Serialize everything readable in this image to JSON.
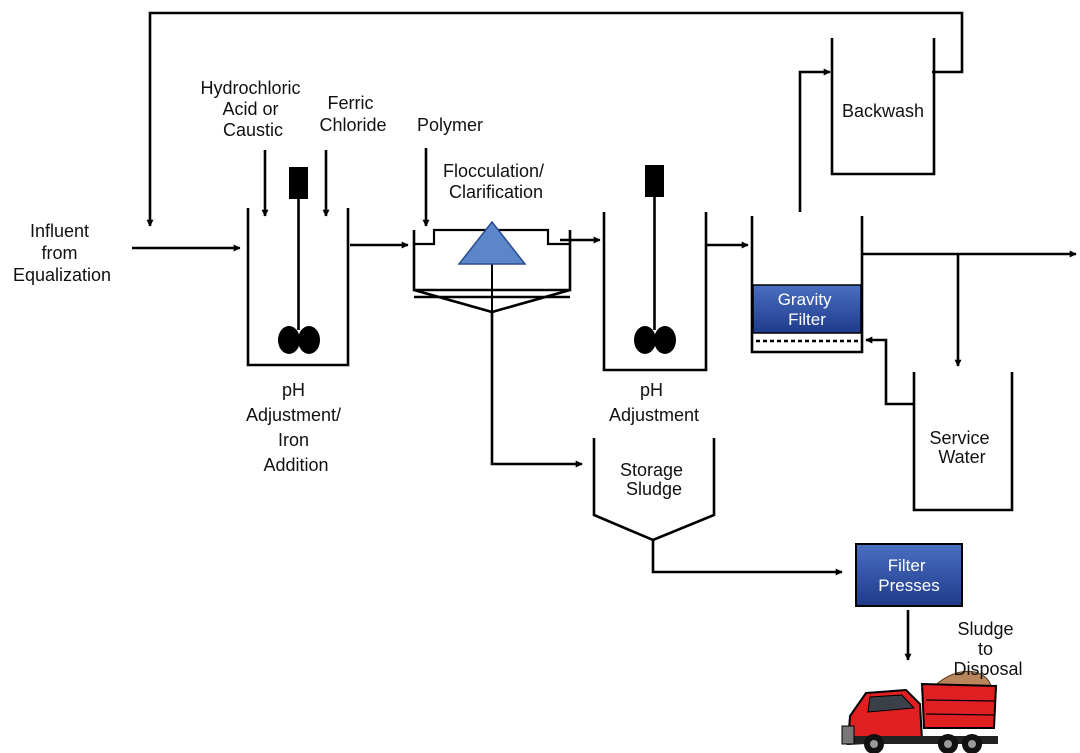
{
  "labels": {
    "influent": [
      "Influent",
      "from",
      "Equalization"
    ],
    "hcl": [
      "Hydrochloric",
      "Acid or",
      "Caustic"
    ],
    "ferric": [
      "Ferric",
      "Chloride"
    ],
    "polymer": "Polymer",
    "flocculation": [
      "Flocculation/",
      "Clarification"
    ],
    "ph_iron": [
      "pH",
      "Adjustment/",
      "Iron",
      "Addition"
    ],
    "ph_adjust": [
      "pH",
      "Adjustment"
    ],
    "backwash": "Backwash",
    "gravity_filter": [
      "Gravity",
      "Filter"
    ],
    "service_water": [
      "Service",
      "Water"
    ],
    "storage_sludge": [
      "Storage",
      "Sludge"
    ],
    "filter_presses": [
      "Filter",
      "Presses"
    ],
    "sludge_disposal": [
      "Sludge",
      "to",
      "Disposal"
    ]
  },
  "colors": {
    "box_fill_top": "#4a6fc2",
    "box_fill_bottom": "#1f3a8a",
    "clarifier_fill": "#5b86c9",
    "truck_red": "#e02020",
    "truck_load": "#b8865a"
  },
  "icons": {
    "truck": "dump-truck-icon",
    "mixer": "mixer-icon",
    "clarifier": "triangle-clarifier-icon"
  }
}
